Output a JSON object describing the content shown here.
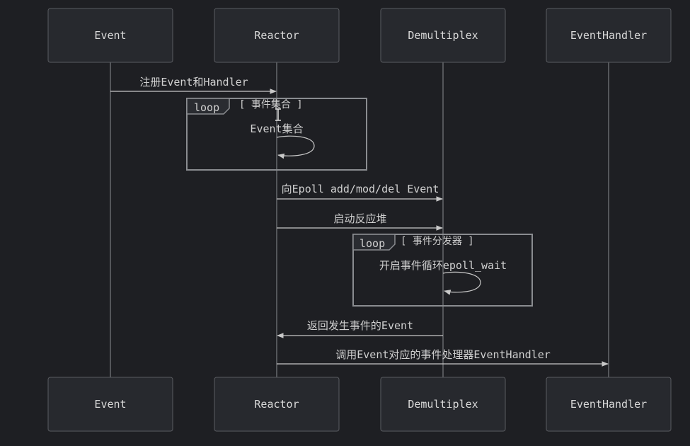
{
  "actors": {
    "event": "Event",
    "reactor": "Reactor",
    "demultiplex": "Demultiplex",
    "handler": "EventHandler"
  },
  "messages": {
    "m1": "注册Event和Handler",
    "m2": "向Epoll add/mod/del Event",
    "m3": "启动反应堆",
    "m4": "返回发生事件的Event",
    "m5": "调用Event对应的事件处理器EventHandler"
  },
  "loops": {
    "loop1": {
      "label": "loop",
      "condition": "[  事件集合 ]",
      "self_message": "Event集合"
    },
    "loop2": {
      "label": "loop",
      "condition": "[  事件分发器 ]",
      "self_message": "开启事件循环epoll_wait"
    }
  },
  "colors": {
    "background": "#1e1f23",
    "actor_fill": "#27292e",
    "actor_border": "#5a5c61",
    "line": "#c8c8c8"
  }
}
